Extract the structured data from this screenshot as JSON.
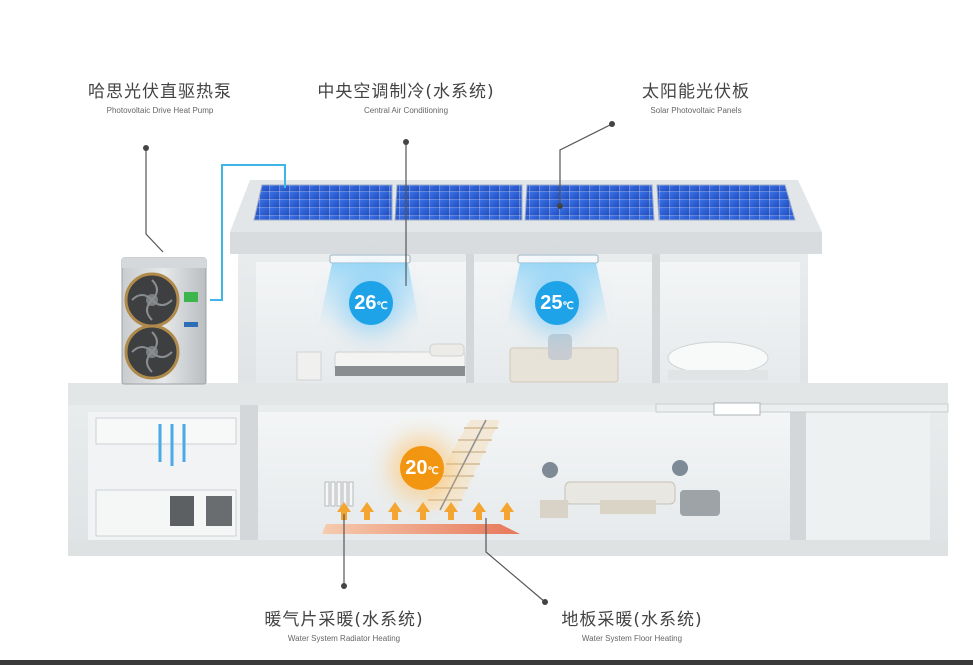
{
  "labels": {
    "heat_pump": {
      "zh": "哈思光伏直驱热泵",
      "en": "Photovoltaic Drive Heat Pump"
    },
    "central_ac": {
      "zh": "中央空调制冷(水系统)",
      "en": "Central Air Conditioning"
    },
    "solar_panels": {
      "zh": "太阳能光伏板",
      "en": "Solar Photovoltaic Panels"
    },
    "radiator": {
      "zh": "暖气片采暖(水系统)",
      "en": "Water System Radiator Heating"
    },
    "floor_heating": {
      "zh": "地板采暖(水系统)",
      "en": "Water System Floor Heating"
    }
  },
  "temperatures": {
    "bedroom": {
      "value": "26",
      "unit": "℃"
    },
    "study": {
      "value": "25",
      "unit": "℃"
    },
    "hall": {
      "value": "20",
      "unit": "℃"
    }
  },
  "colors": {
    "cool": "#1ea3e8",
    "warm": "#f29611",
    "pipe": "#3fb4e6",
    "panel": "#2c5fd8"
  }
}
